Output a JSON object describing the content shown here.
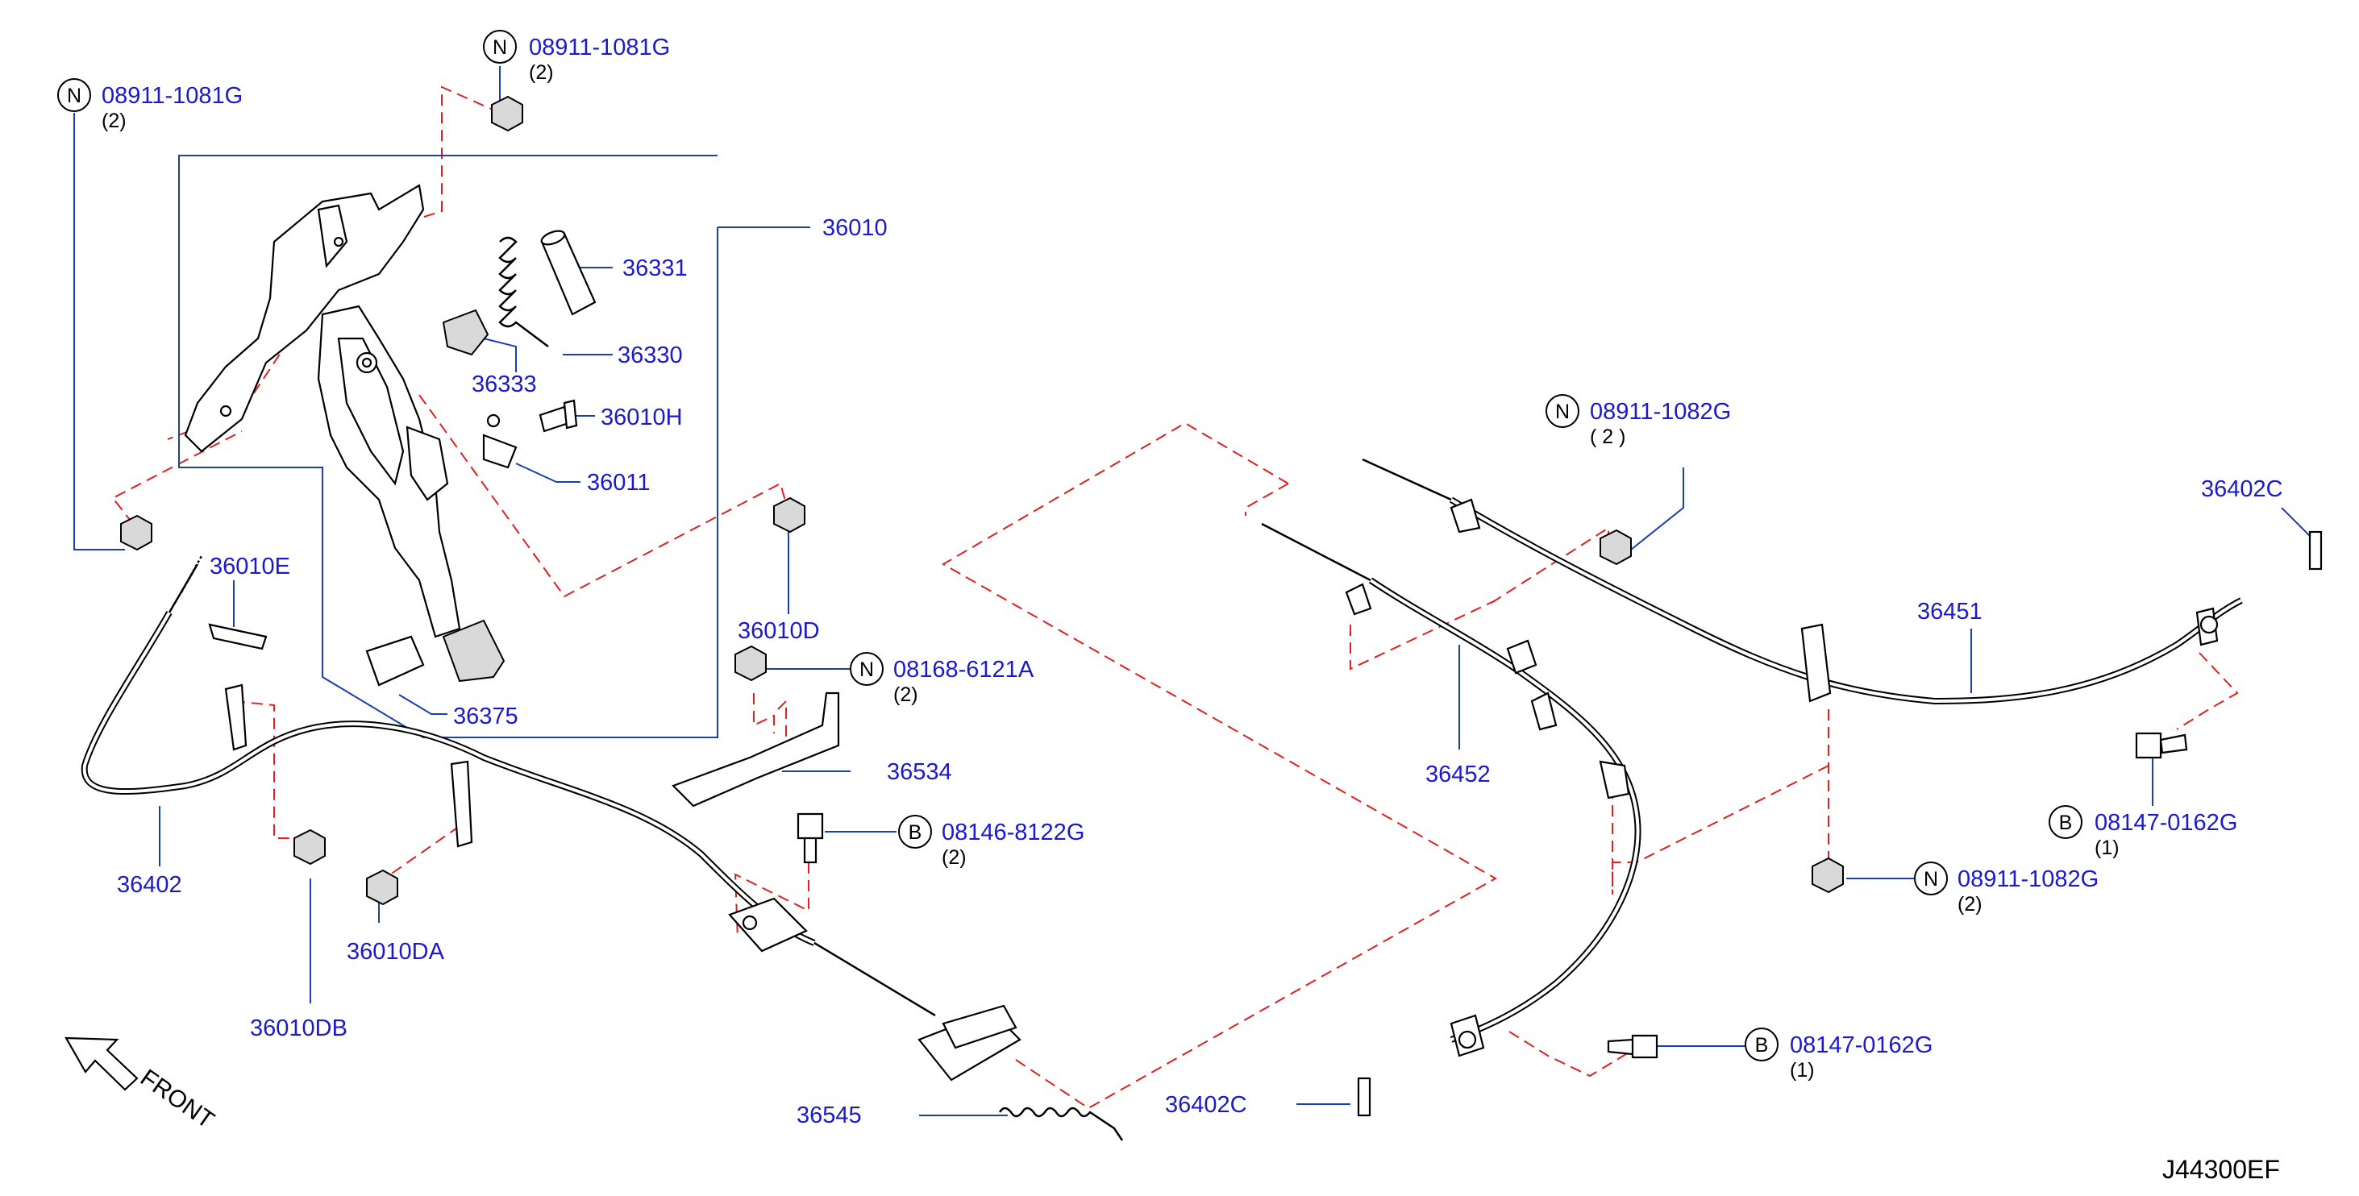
{
  "diagram_code": "J44300EF",
  "front_label": "FRONT",
  "parts": {
    "p36010": "36010",
    "p36331": "36331",
    "p36330": "36330",
    "p36333": "36333",
    "p36010H": "36010H",
    "p36011": "36011",
    "p36010E": "36010E",
    "p36010D": "36010D",
    "p36375": "36375",
    "p36534": "36534",
    "p36402": "36402",
    "p36010DA": "36010DA",
    "p36010DB": "36010DB",
    "p36545": "36545",
    "p36402C_lower": "36402C",
    "p36452": "36452",
    "p36451": "36451",
    "p36402C_upper": "36402C"
  },
  "fasteners": {
    "nut_left": {
      "type": "N",
      "number": "08911-1081G",
      "qty": "(2)"
    },
    "nut_top": {
      "type": "N",
      "number": "08911-1081G",
      "qty": "(2)"
    },
    "nut_center": {
      "type": "N",
      "number": "08168-6121A",
      "qty": "(2)"
    },
    "bolt_center": {
      "type": "B",
      "number": "08146-8122G",
      "qty": "(2)"
    },
    "nut_right_top": {
      "type": "N",
      "number": "08911-1082G",
      "qty": "( 2 )"
    },
    "bolt_right": {
      "type": "B",
      "number": "08147-0162G",
      "qty": "(1)"
    },
    "nut_right_bottom": {
      "type": "N",
      "number": "08911-1082G",
      "qty": "(2)"
    },
    "bolt_bottom": {
      "type": "B",
      "number": "08147-0162G",
      "qty": "(1)"
    }
  }
}
